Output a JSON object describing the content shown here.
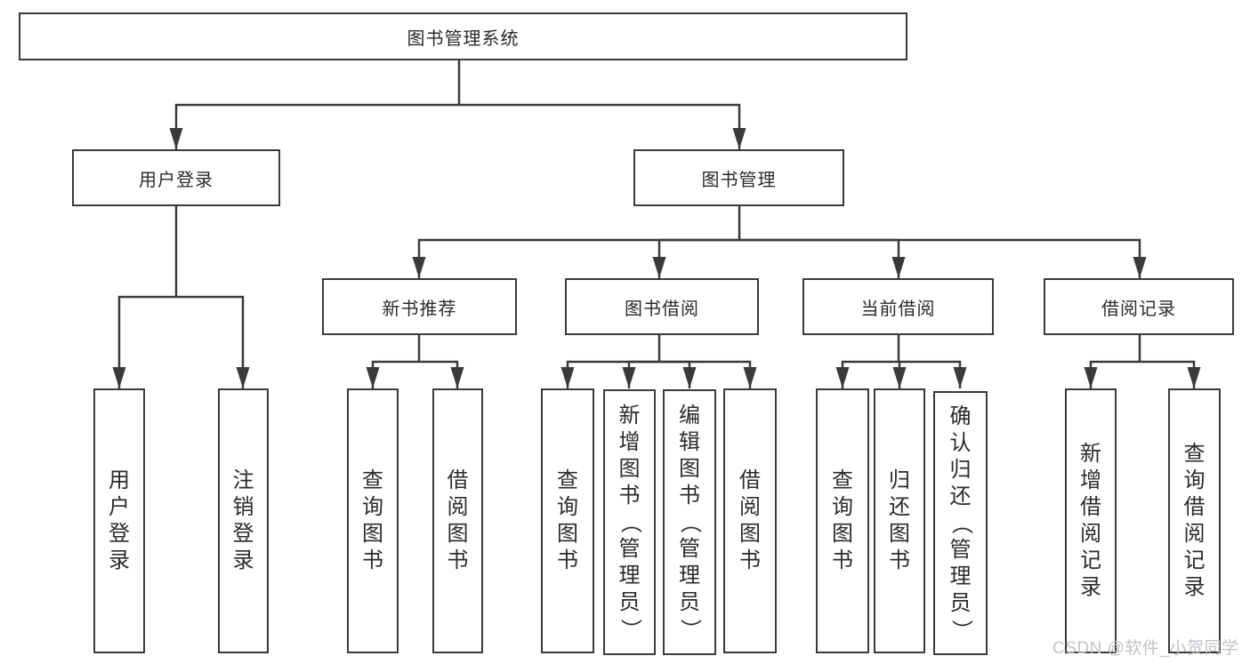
{
  "diagram": {
    "root": {
      "label": "图书管理系统"
    },
    "user_login": {
      "label": "用户登录",
      "children": [
        {
          "label": "用户登录"
        },
        {
          "label": "注销登录"
        }
      ]
    },
    "book_mgmt": {
      "label": "图书管理",
      "sections": [
        {
          "label": "新书推荐",
          "children": [
            {
              "label": "查询图书"
            },
            {
              "label": "借阅图书"
            }
          ]
        },
        {
          "label": "图书借阅",
          "children": [
            {
              "label": "查询图书"
            },
            {
              "label": "新增图书（管理员）"
            },
            {
              "label": "编辑图书（管理员）"
            },
            {
              "label": "借阅图书"
            }
          ]
        },
        {
          "label": "当前借阅",
          "children": [
            {
              "label": "查询图书"
            },
            {
              "label": "归还图书"
            },
            {
              "label": "确认归还（管理员）"
            }
          ]
        },
        {
          "label": "借阅记录",
          "children": [
            {
              "label": "新增借阅记录"
            },
            {
              "label": "查询借阅记录"
            }
          ]
        }
      ]
    },
    "colors": {
      "line": "#3a3a3a",
      "text": "#2b2b2b",
      "watermark": "#c0c3c7"
    },
    "watermark": "CSDN @软件_小贺同学"
  }
}
